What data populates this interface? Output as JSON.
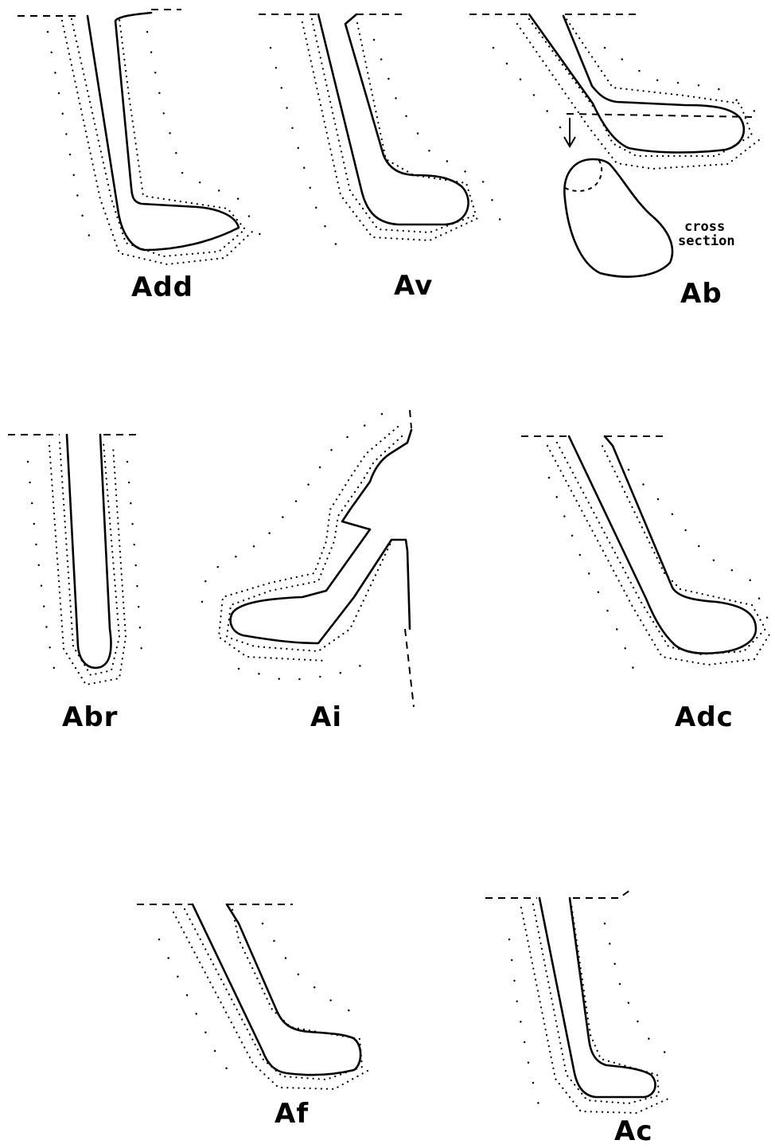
{
  "figures": [
    {
      "id": "Add",
      "label": "Add"
    },
    {
      "id": "Av",
      "label": "Av"
    },
    {
      "id": "Ab",
      "label": "Ab",
      "note_lines": [
        "cross",
        "section"
      ]
    },
    {
      "id": "Abr",
      "label": "Abr"
    },
    {
      "id": "Ai",
      "label": "Ai"
    },
    {
      "id": "Adc",
      "label": "Adc"
    },
    {
      "id": "Af",
      "label": "Af"
    },
    {
      "id": "Ac",
      "label": "Ac"
    }
  ]
}
